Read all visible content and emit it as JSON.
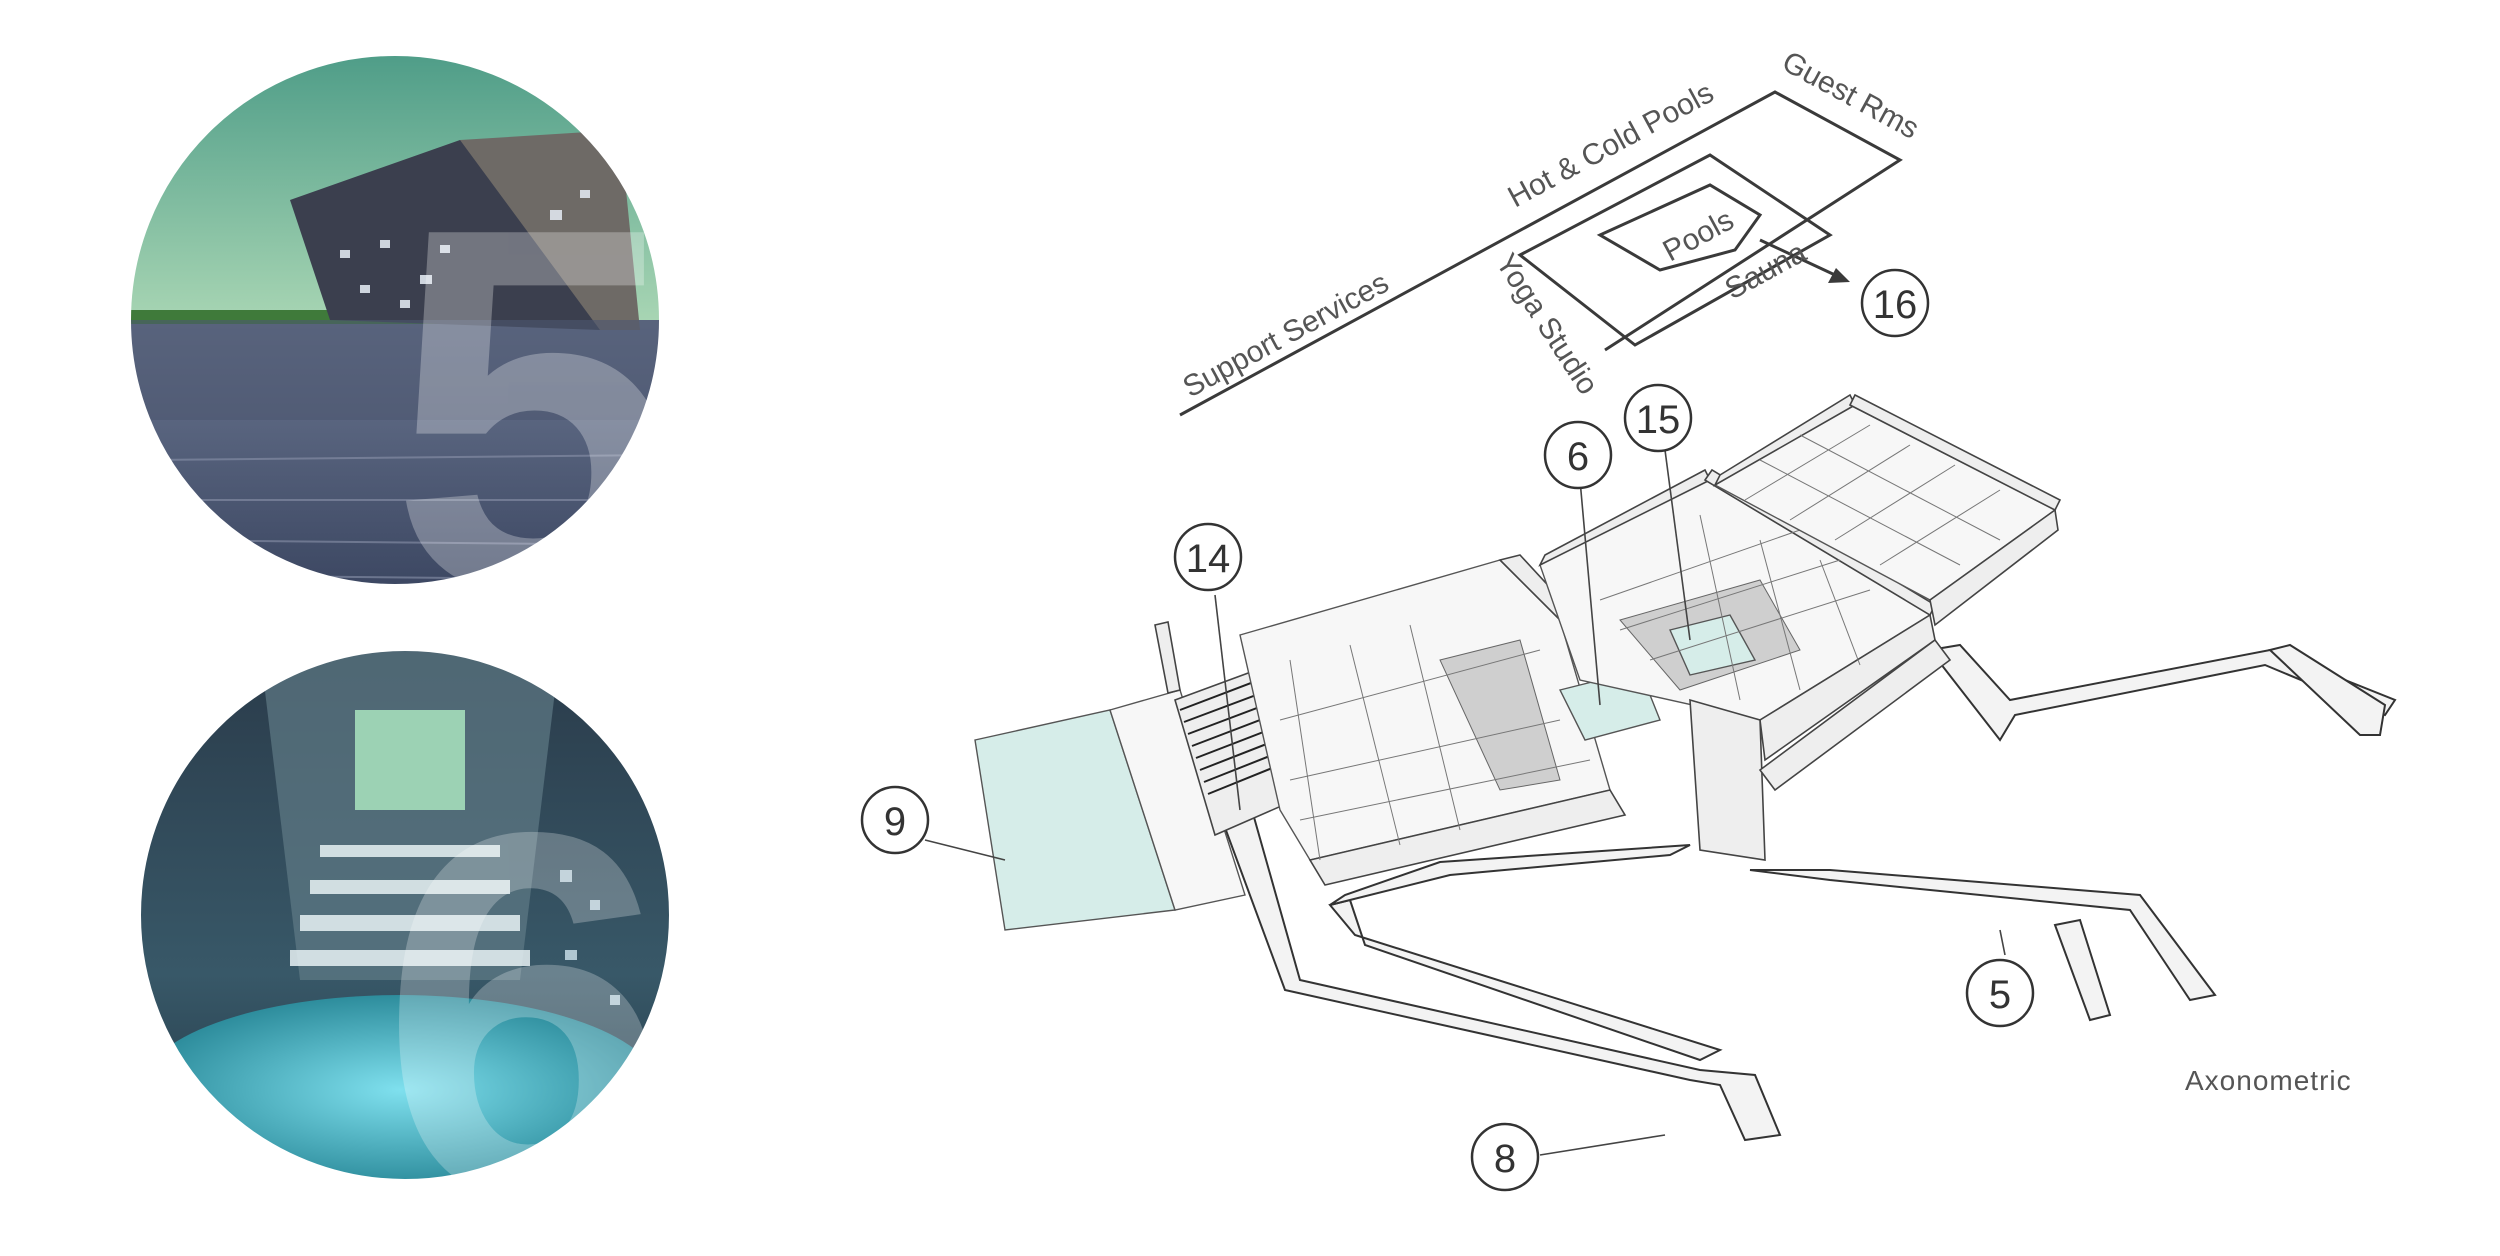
{
  "diagram": {
    "program_labels": [
      "Support Services",
      "Hot & Cold Pools",
      "Guest Rms",
      "Yoga Studio",
      "Pools",
      "Sauna"
    ],
    "callouts": [
      "16",
      "15",
      "6",
      "14",
      "9",
      "5",
      "8"
    ],
    "caption": "Axonometric",
    "photo_numbers": [
      "5",
      "6"
    ]
  },
  "colors": {
    "line": "#3a3a3a",
    "glass": "#d6ede9",
    "sky": "#a8d3b0",
    "water": "#3aa9b8"
  }
}
